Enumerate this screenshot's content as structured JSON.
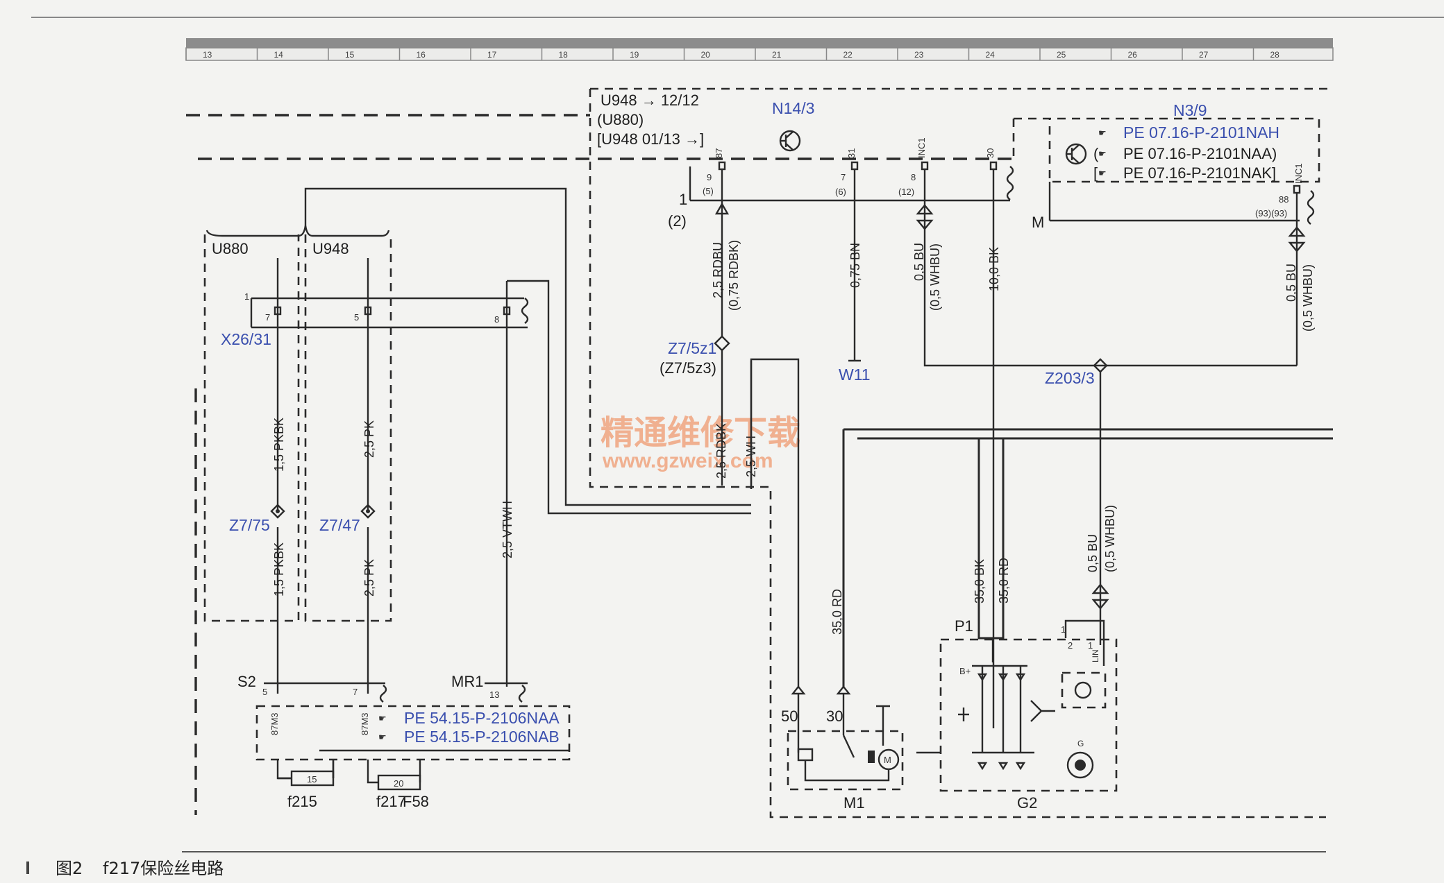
{
  "ruler": {
    "columns": [
      "13",
      "14",
      "15",
      "16",
      "17",
      "18",
      "19",
      "20",
      "21",
      "22",
      "23",
      "24",
      "25",
      "26",
      "27",
      "28"
    ]
  },
  "modules": {
    "n14_3": "N14/3",
    "n3_9": "N3/9",
    "m1": "M1",
    "g2": "G2",
    "p1": "P1",
    "u880": "U880",
    "u948": "U948",
    "f58": "F58"
  },
  "variant_notes": {
    "line1": "U948 → 12/12",
    "line2": "(U880)",
    "line3": "[U948  01/13 →]"
  },
  "references": {
    "n3_9": [
      "PE 07.16-P-2101NAH",
      "PE 07.16-P-2101NAA)",
      "PE 07.16-P-2101NAK]"
    ],
    "fuse_box": [
      "PE 54.15-P-2106NAA",
      "PE 54.15-P-2106NAB"
    ]
  },
  "connectors": {
    "z7_5z1": "Z7/5z1",
    "z7_5z3": "(Z7/5z3)",
    "w11": "W11",
    "z203_3": "Z203/3",
    "x26_31": "X26/31",
    "z7_75": "Z7/75",
    "z7_47": "Z7/47",
    "s2": "S2",
    "mr1": "MR1",
    "m": "M",
    "p1_1": "1"
  },
  "fuses": {
    "f215": {
      "label": "f215",
      "rating": "15"
    },
    "f217": {
      "label": "f217",
      "rating": "20"
    }
  },
  "wires": {
    "rdbu": "2,5 RDBU",
    "rdbk_alt": "(0,75 RDBK)",
    "bn": "0,75 BN",
    "bu1": "0,5 BU",
    "whbu1": "(0,5 WHBU)",
    "bk10": "10,0 BK",
    "bu2": "0,5 BU",
    "whbu2": "(0,5 WHBU)",
    "pkbk_top": "1,5 PKBK",
    "pk_top": "2,5 PK",
    "pkbk_bot": "1,5 PKBK",
    "pk_bot": "2,5 PK",
    "vtwh": "2,5 VTWH",
    "rdbk_low": "2,5 RDBK",
    "wh_low": "2,5 WH",
    "rd35a": "35,0 RD",
    "bk35": "35,0 BK",
    "rd35b": "35,0 RD",
    "bu3": "0,5 BU",
    "whbu3": "(0,5 WHBU)"
  },
  "pins": {
    "p87": "87",
    "p31": "31",
    "p30": "30",
    "pinc1": "INC1",
    "pinc1b": "INC1",
    "n9": "9",
    "n5": "(5)",
    "n7": "7",
    "n6": "(6)",
    "n8": "8",
    "n12": "(12)",
    "n1": "1",
    "n2": "(2)",
    "n88": "88",
    "n93": "(93)(93)",
    "x1": "1",
    "x7": "7",
    "x5": "5",
    "x8": "8",
    "s5": "5",
    "s7": "7",
    "s13": "13",
    "s87a": "87M3",
    "s87b": "87M3",
    "m50": "50",
    "m30": "30",
    "g2pin": "2",
    "g1pin": "1",
    "lin": "LIN",
    "bplus": "B+",
    "gsym": "G"
  },
  "watermark": {
    "cn": "精通维修下载",
    "url": "www.gzweix.com"
  },
  "caption": {
    "fig": "图2",
    "title": "f217保险丝电路"
  }
}
